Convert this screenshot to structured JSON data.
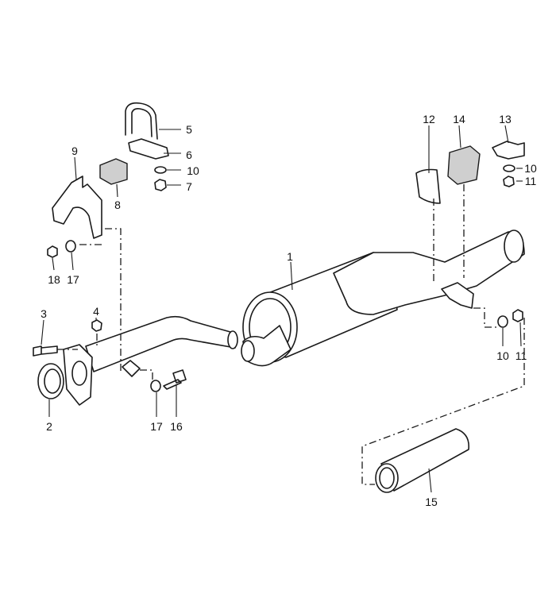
{
  "diagram": {
    "type": "exploded parts diagram",
    "callouts": [
      "5",
      "6",
      "10",
      "7",
      "8",
      "9",
      "18",
      "17",
      "3",
      "4",
      "2",
      "17",
      "16",
      "1",
      "12",
      "14",
      "13",
      "10",
      "11",
      "10",
      "11",
      "15"
    ]
  }
}
